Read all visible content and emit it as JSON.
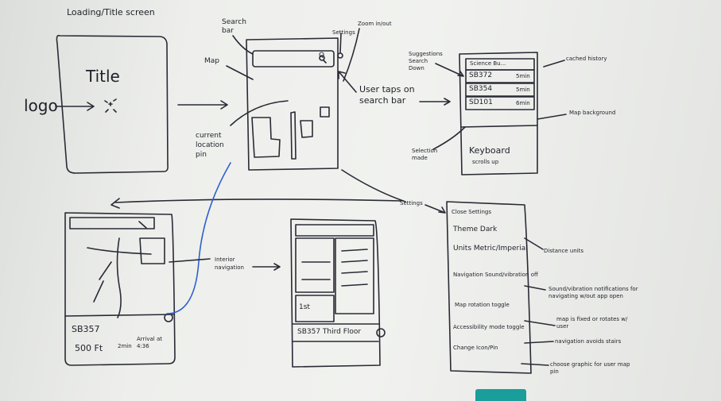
{
  "loading_screen": {
    "heading": "Loading/Title screen",
    "title": "Title",
    "logo_label": "logo"
  },
  "map_screen": {
    "search_bar_label": "Search bar",
    "map_label": "Map",
    "settings_label": "Settings",
    "zoom_label": "Zoom in/out",
    "current_location_label": "current location pin",
    "user_taps_label": "User taps on search bar"
  },
  "search_screen": {
    "suggestions_label": "Suggestions Search Down",
    "search_input_text": "Science Bu...",
    "suggestions": [
      {
        "name": "SB372",
        "time": "5min"
      },
      {
        "name": "SB354",
        "time": "5min"
      },
      {
        "name": "SD101",
        "time": "6min"
      }
    ],
    "cached_history_label": "cached history",
    "map_background_label": "Map background",
    "keyboard_label": "Keyboard",
    "keyboard_sub": "scrolls up",
    "selection_made_label": "Selection made"
  },
  "settings_panel": {
    "arrow_label": "Settings",
    "items": [
      "Close Settings",
      "Theme Dark",
      "Units Metric/Imperial",
      "Navigation Sound/vibration off",
      "Map rotation toggle",
      "Accessibility mode toggle",
      "Change Icon/Pin"
    ],
    "notes": {
      "units": "Distance units",
      "navigation": "Sound/vibration notifications for navigating w/out app open",
      "map_rotation": "map is fixed or rotates w/ user",
      "accessibility": "navigation avoids stairs",
      "change_icon": "choose graphic for user map pin"
    }
  },
  "navigation_screen": {
    "destination": "SB357",
    "distance": "500 Ft",
    "time": "2min",
    "arrival": "Arrival at 4:36",
    "interior_label": "Interior navigation"
  },
  "interior_screen": {
    "floor_label": "1st",
    "bottom_text": "SB357 Third Floor"
  }
}
